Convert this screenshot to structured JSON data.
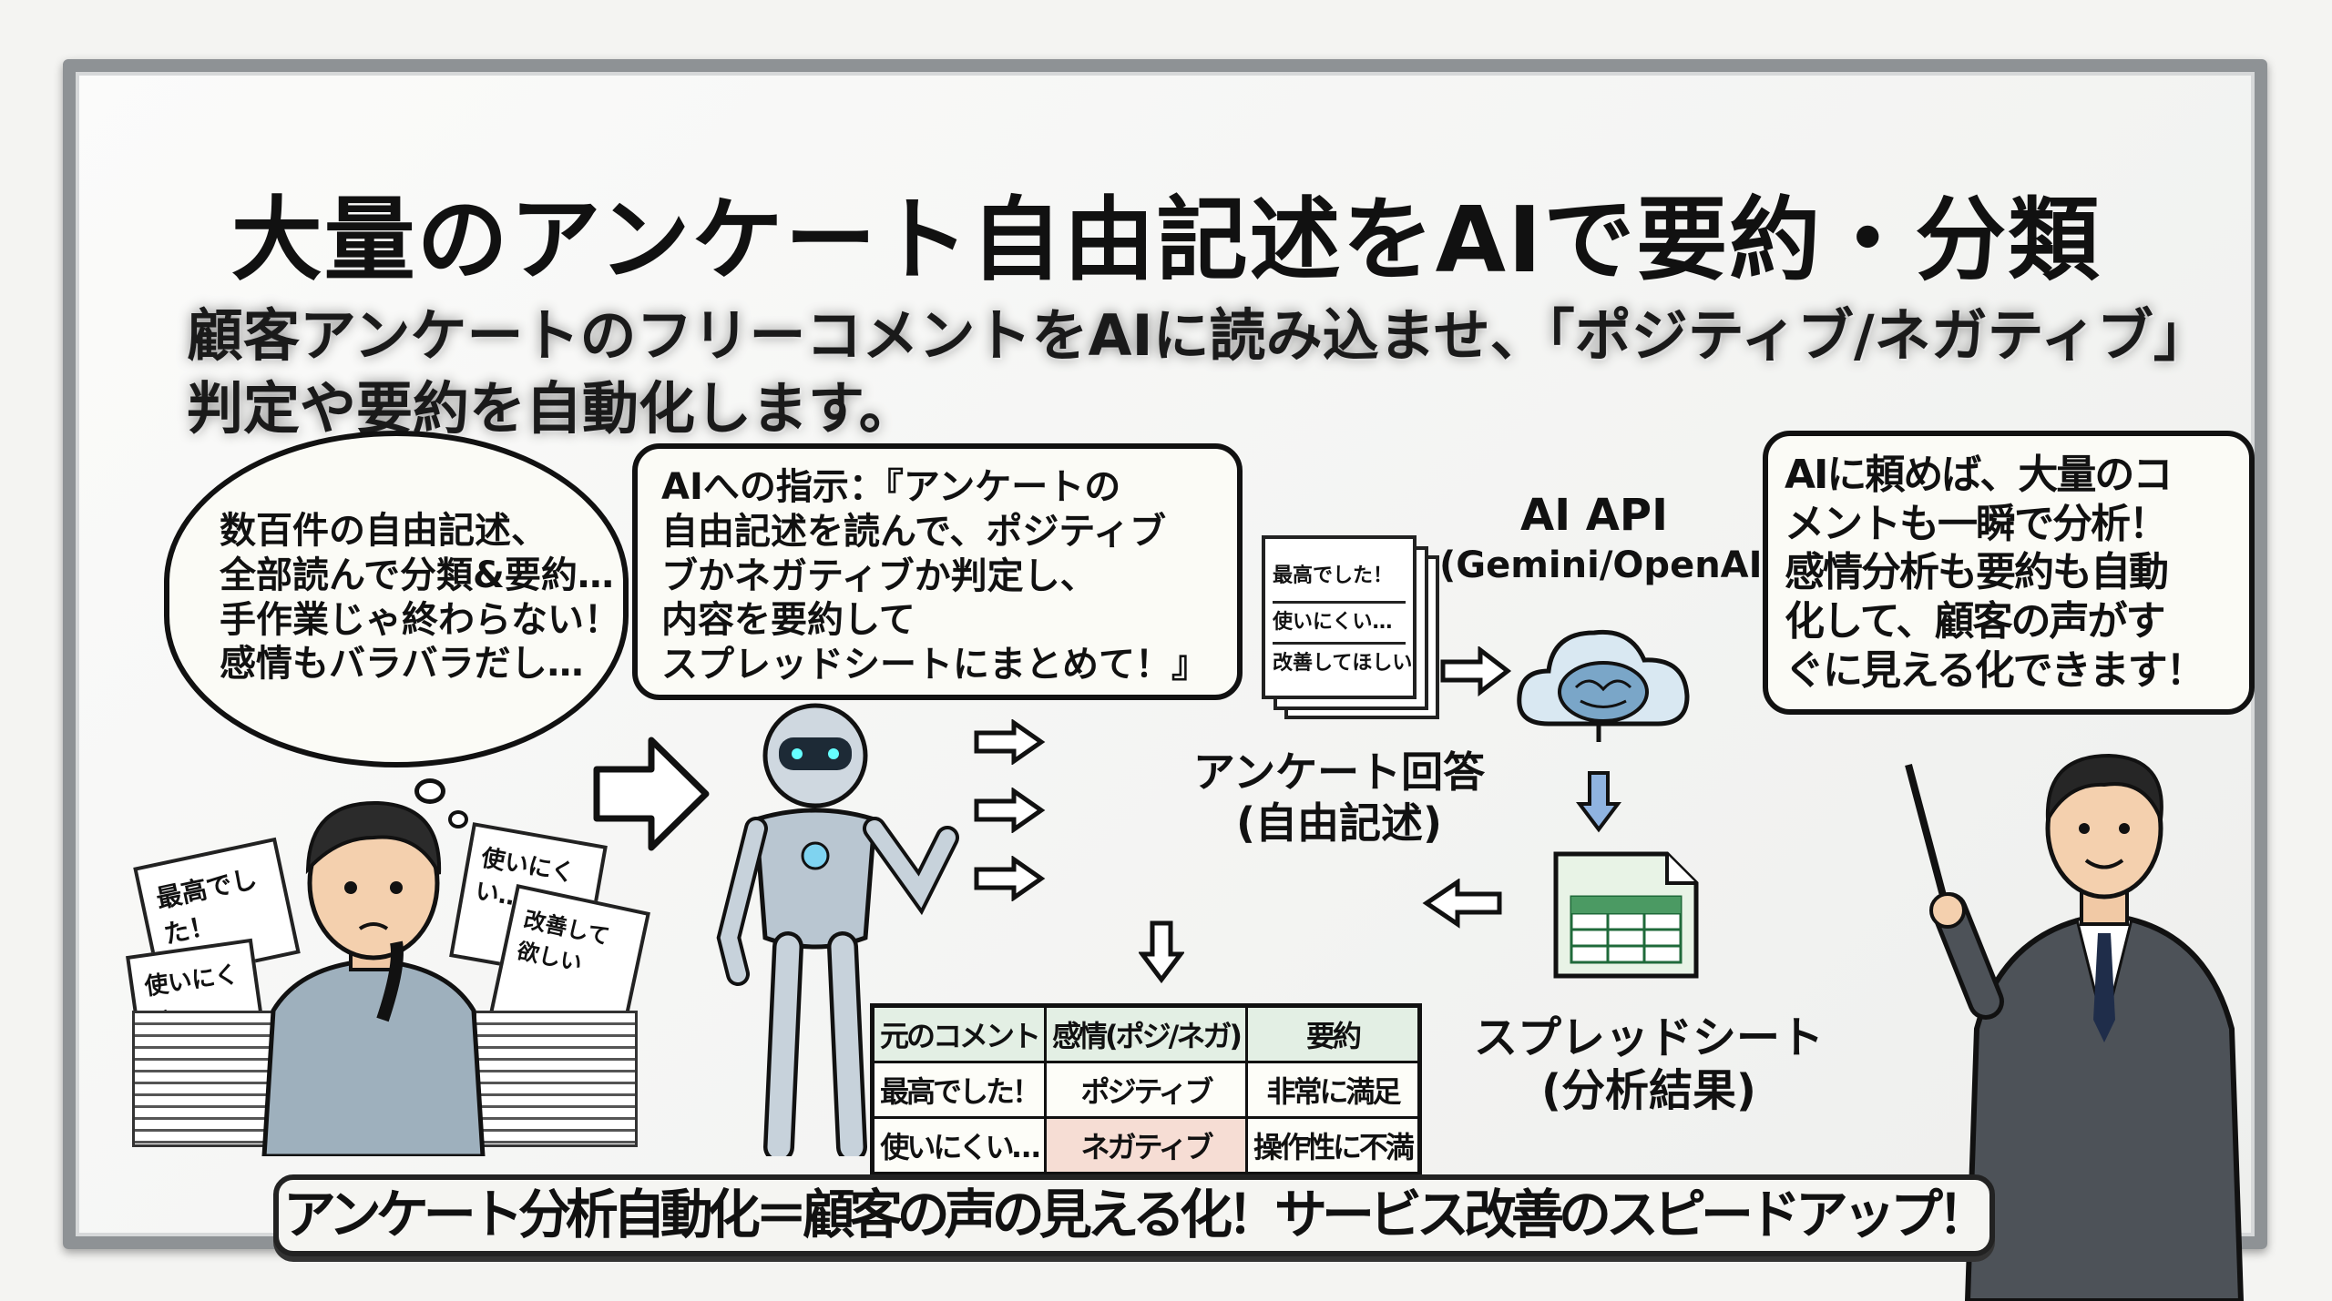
{
  "title": "大量のアンケート自由記述をAIで要約・分類",
  "subtitle": {
    "line1": "顧客アンケートのフリーコメントをAIに読み込ませ、「ポジティブ/ネガティブ」",
    "line2": "判定や要約を自動化します。"
  },
  "worried_person": {
    "thought_lines": [
      "数百件の自由記述、",
      "全部読んで分類&要約…",
      "手作業じゃ終わらない！",
      "感情もバラバラだし…"
    ],
    "papers": [
      "最高でした！",
      "使いにくい…",
      "使いにくい…",
      "改善して欲しい"
    ]
  },
  "robot": {
    "speech_lines": [
      "AIへの指示：『アンケートの",
      "自由記述を読んで、ポジティブ",
      "ブかネガティブか判定し、",
      "内容を要約して",
      "スプレッドシートにまとめて！』"
    ]
  },
  "survey_doc": {
    "lines": [
      "最高でした！",
      "使いにくい…",
      "改善してほしい"
    ],
    "label_line1": "アンケート回答",
    "label_line2": "(自由記述)"
  },
  "ai_api": {
    "label_line1": "AI API",
    "label_line2": "(Gemini/OpenAI)"
  },
  "spreadsheet": {
    "label_line1": "スプレッドシート",
    "label_line2": "(分析結果)"
  },
  "result_table": {
    "headers": [
      "元のコメント",
      "感情(ポジ/ネガ)",
      "要約"
    ],
    "rows": [
      [
        "最高でした！",
        "ポジティブ",
        "非常に満足"
      ],
      [
        "使いにくい…",
        "ネガティブ",
        "操作性に不満"
      ]
    ]
  },
  "presenter": {
    "speech_lines": [
      "AIに頼めば、大量のコ",
      "メントも一瞬で分析！",
      "感情分析も要約も自動",
      "化して、顧客の声がす",
      "ぐに見える化できます！"
    ]
  },
  "banner": "アンケート分析自動化＝顧客の声の見える化！サービス改善のスピードアップ！",
  "colors": {
    "frame": "#8e9295",
    "board": "#f4f4f2",
    "positive_cell": "#fdfdf8",
    "negative_cell": "#f6ddd4",
    "header_cell": "#e3efe4"
  }
}
